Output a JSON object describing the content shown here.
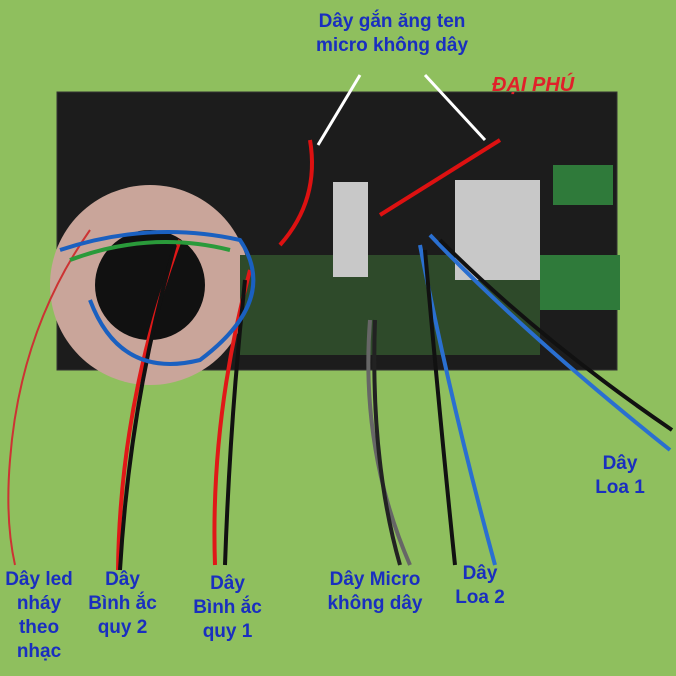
{
  "logo": {
    "text": "ĐẠI PHÚ"
  },
  "labels": {
    "antenna": "Dây gắn ăng ten\nmicro không dây",
    "speaker1": "Dây\nLoa 1",
    "speaker2": "Dây\nLoa 2",
    "micro": "Dây Micro\nkhông dây",
    "battery1": "Dây\nBình ắc\nquy 1",
    "battery2": "Dây\nBình ắc\nquy 2",
    "led": "Dây led\nnháy\ntheo\nnhạc"
  },
  "colors": {
    "background": "#8fbf5e",
    "label": "#1a2fbf",
    "board": "#1c1c1c",
    "logo": "#e0202a"
  }
}
